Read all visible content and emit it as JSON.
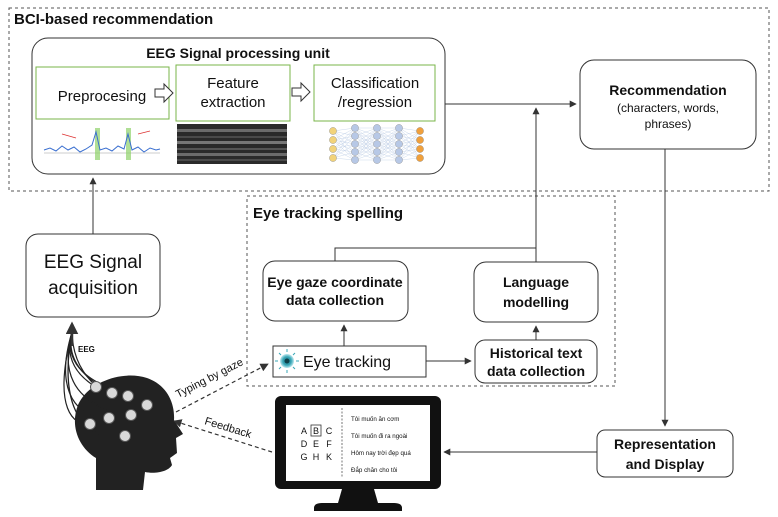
{
  "bci_section": {
    "title": "BCI-based recommendation",
    "eeg_unit": {
      "title": "EEG Signal processing unit",
      "preprocessing": "Preprocesing",
      "feature_line1": "Feature",
      "feature_line2": "extraction",
      "classification_line1": "Classification",
      "classification_line2": "/regression"
    }
  },
  "recommendation": {
    "title": "Recommendation",
    "detail_line1": "(characters, words,",
    "detail_line2": "phrases)"
  },
  "eye_section": {
    "title": "Eye tracking spelling",
    "gaze_line1": "Eye gaze coordinate",
    "gaze_line2": "data collection",
    "language_line1": "Language",
    "language_line2": "modelling",
    "eye_tracking": "Eye tracking",
    "history_line1": "Historical text",
    "history_line2": "data collection"
  },
  "acquisition": {
    "line1": "EEG Signal",
    "line2": "acquisition"
  },
  "representation": {
    "line1": "Representation",
    "line2": "and Display"
  },
  "head_labels": {
    "eeg": "EEG",
    "typing": "Typing by gaze",
    "feedback": "Feedback"
  },
  "monitor": {
    "grid": [
      [
        "A",
        "B",
        "C"
      ],
      [
        "D",
        "E",
        "F"
      ],
      [
        "G",
        "H",
        "K"
      ]
    ],
    "phrases": [
      "Tôi muốn ăn cơm",
      "Tôi muốn đi ra ngoài",
      "Hôm nay trời đẹp quá",
      "Đắp chăn cho tôi"
    ]
  },
  "colors": {
    "accent_green": "#7ab648",
    "stroke": "#333333"
  }
}
